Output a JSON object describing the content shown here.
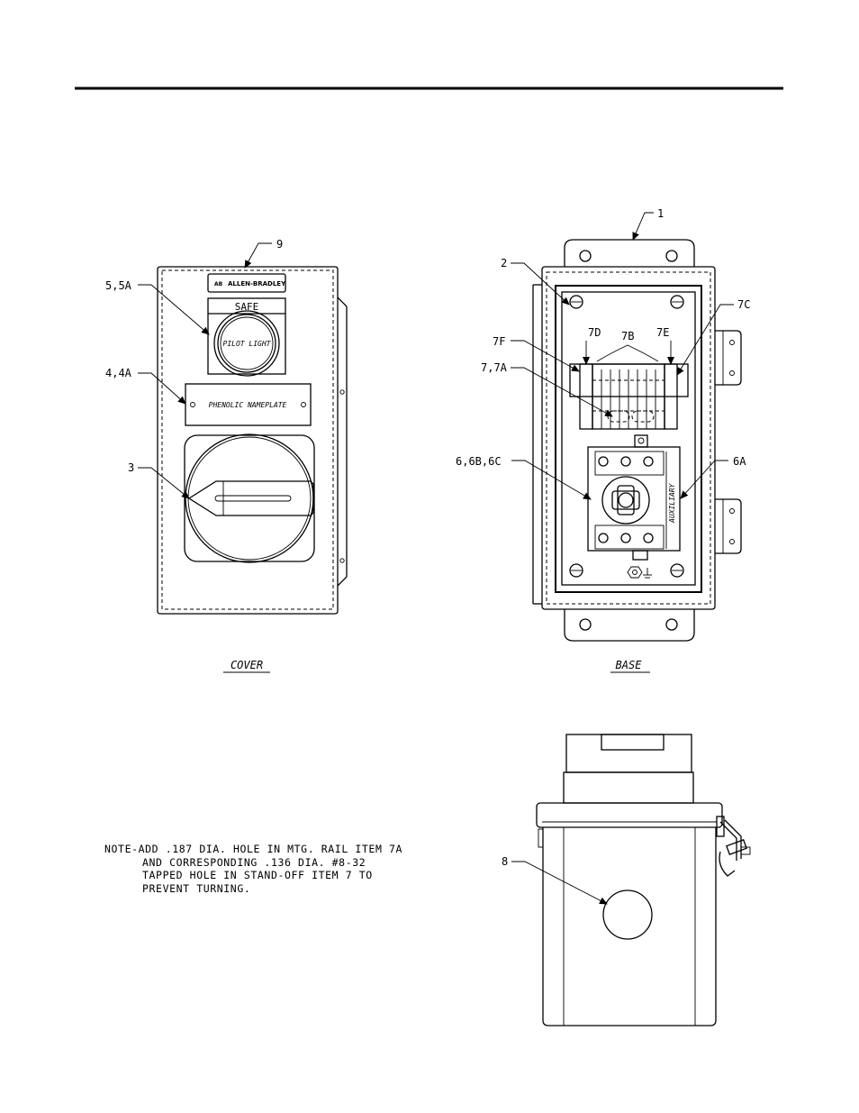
{
  "cover": {
    "caption": "COVER",
    "brand_plate": "ALLEN-BRADLEY",
    "brand_logo": "AB",
    "pilot_label": "SAFE",
    "pilot_text": "PILOT LIGHT",
    "nameplate_text": "PHENOLIC NAMEPLATE",
    "callouts": {
      "c9": "9",
      "c5": "5,5A",
      "c4": "4,4A",
      "c3": "3"
    }
  },
  "base": {
    "caption": "BASE",
    "auxiliary_text": "AUXILIARY",
    "callouts": {
      "c1": "1",
      "c2": "2",
      "c7c": "7C",
      "c7d": "7D",
      "c7b": "7B",
      "c7e": "7E",
      "c7f": "7F",
      "c77a": "7,7A",
      "c6": "6,6B,6C",
      "c6a": "6A"
    }
  },
  "side": {
    "callout_8": "8"
  },
  "note": {
    "lines": [
      "NOTE-ADD .187 DIA. HOLE IN MTG. RAIL ITEM 7A",
      "AND CORRESPONDING .136 DIA. #8-32",
      "TAPPED HOLE IN STAND-OFF ITEM 7 TO",
      "PREVENT TURNING."
    ]
  }
}
